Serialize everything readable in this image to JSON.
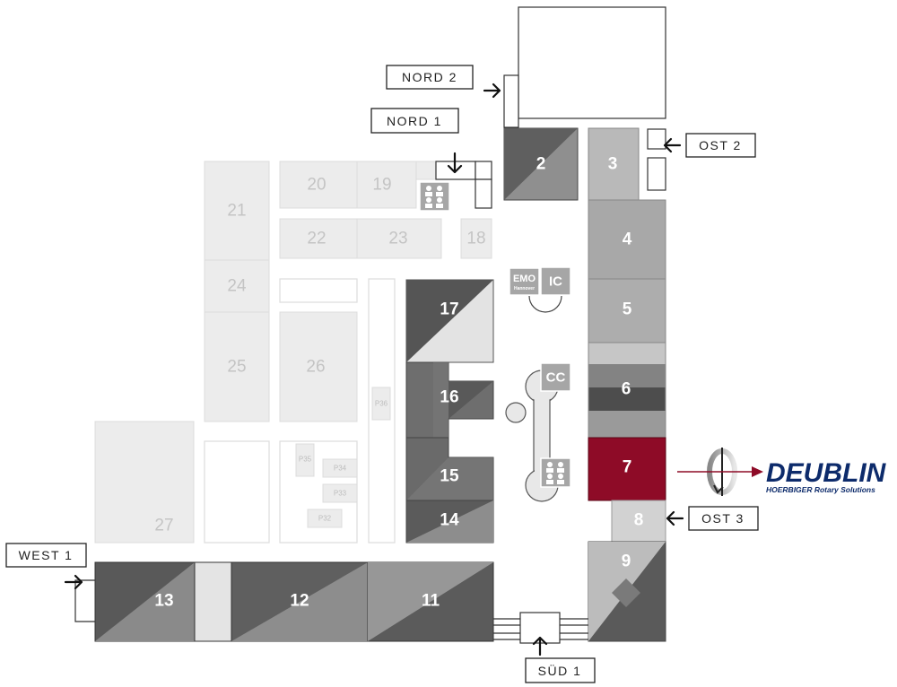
{
  "halls": {
    "h2": "2",
    "h3": "3",
    "h4": "4",
    "h5": "5",
    "h6": "6",
    "h7": "7",
    "h8": "8",
    "h9": "9",
    "h11": "11",
    "h12": "12",
    "h13": "13",
    "h14": "14",
    "h15": "15",
    "h16": "16",
    "h17": "17",
    "h18": "18",
    "h19": "19",
    "h20": "20",
    "h21": "21",
    "h22": "22",
    "h23": "23",
    "h24": "24",
    "h25": "25",
    "h26": "26",
    "h27": "27",
    "p32": "P32",
    "p33": "P33",
    "p34": "P34",
    "p35": "P35",
    "p36": "P36"
  },
  "entrances": {
    "nord2": "NORD 2",
    "nord1": "NORD 1",
    "ost2": "OST 2",
    "ost3": "OST 3",
    "west1": "WEST 1",
    "sud1": "SÜD 1"
  },
  "markers": {
    "emo": "EMO",
    "emo_sub": "Hannover",
    "ic": "IC",
    "cc": "CC"
  },
  "exhibitor": {
    "name": "DEUBLIN",
    "tagline": "HOERBIGER Rotary Solutions",
    "highlight_color": "#8e0b27"
  },
  "icons": [
    "people-icon",
    "rotary-union-logo-icon"
  ]
}
